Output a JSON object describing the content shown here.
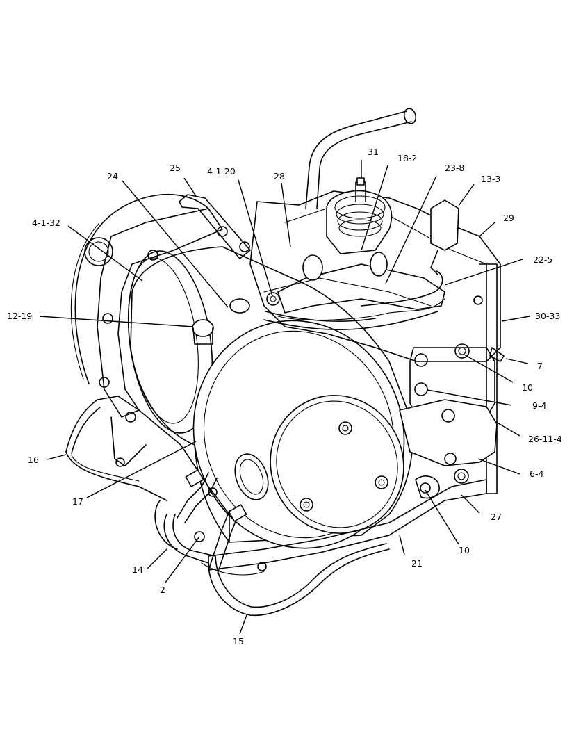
{
  "figure": {
    "callouts": {
      "c25": "25",
      "c24": "24",
      "c4_1_20": "4-1-20",
      "c28": "28",
      "c31": "31",
      "c18_2": "18-2",
      "c23_8": "23-8",
      "c13_3": "13-3",
      "c29": "29",
      "c4_1_32": "4-1-32",
      "c22_5": "22-5",
      "c12_19": "12-19",
      "c30_33": "30-33",
      "c7": "7",
      "c10_top": "10",
      "c9_4": "9-4",
      "c26_11_4": "26-11-4",
      "c16": "16",
      "c6_4": "6-4",
      "c17": "17",
      "c27": "27",
      "c10_bottom": "10",
      "c14": "14",
      "c21": "21",
      "c2": "2",
      "c15": "15"
    }
  }
}
